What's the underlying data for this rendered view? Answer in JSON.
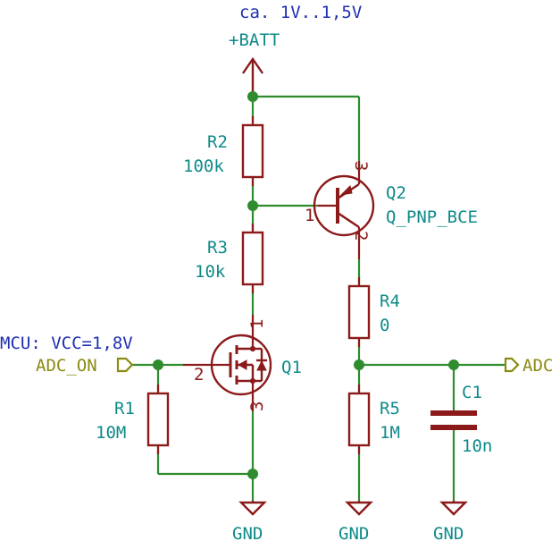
{
  "notes": {
    "battery_range": "ca. 1V..1,5V",
    "mcu_vcc": "MCU: VCC=1,8V"
  },
  "power": {
    "batt_label": "+BATT",
    "gnd1": "GND",
    "gnd2": "GND",
    "gnd3": "GND"
  },
  "components": {
    "R1": {
      "ref": "R1",
      "value": "10M"
    },
    "R2": {
      "ref": "R2",
      "value": "100k"
    },
    "R3": {
      "ref": "R3",
      "value": "10k"
    },
    "R4": {
      "ref": "R4",
      "value": "0"
    },
    "R5": {
      "ref": "R5",
      "value": "1M"
    },
    "C1": {
      "ref": "C1",
      "value": "10n"
    },
    "Q1": {
      "ref": "Q1",
      "pin1": "1",
      "pin2": "2",
      "pin3": "3"
    },
    "Q2": {
      "ref": "Q2",
      "value": "Q_PNP_BCE",
      "pin1": "1",
      "pin2": "2",
      "pin3": "3"
    }
  },
  "ports": {
    "adc_on": "ADC_ON",
    "adc": "ADC"
  },
  "colors": {
    "wire": "#2e8b2e",
    "component": "#8c1a1a",
    "label": "#0f8a8a",
    "note": "#1f2fb0",
    "port": "#8a8a14"
  }
}
